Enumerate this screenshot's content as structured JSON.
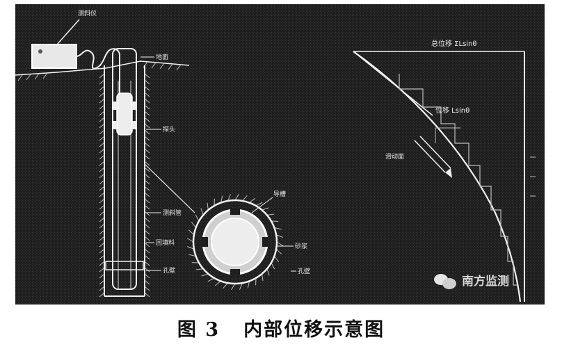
{
  "caption": {
    "figure_number": "图 3",
    "title": "内部位移示意图"
  },
  "labels": {
    "readout_device": "测斜仪",
    "ground_surface": "地面",
    "probe": "探头",
    "casing": "测斜管",
    "guide_groove": "导槽",
    "backfill": "回填料",
    "cross_section_grout": "砂浆",
    "borehole_wall": "孔壁",
    "profile_top": "总位移 ΣLsinθ",
    "profile_mid": "位移 Lsinθ",
    "profile_arrow": "滑动面"
  },
  "watermark": {
    "text": "南方监测"
  },
  "colors": {
    "panel_background": "#1f1f1f",
    "line": "#f2f2f2",
    "hatch": "#bdbdbd"
  }
}
